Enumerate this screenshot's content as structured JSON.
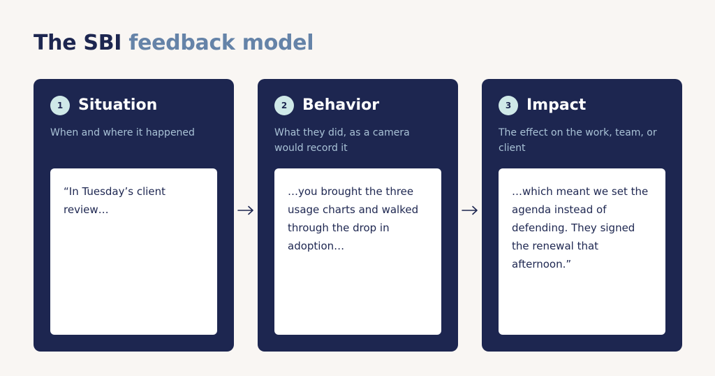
{
  "title": {
    "part1": "The SBI",
    "part2": "feedback model"
  },
  "steps": [
    {
      "number": "1",
      "name": "Situation",
      "subtitle": "When and where it happened",
      "quote": "“In Tuesday’s client review…"
    },
    {
      "number": "2",
      "name": "Behavior",
      "subtitle": "What they did, as a camera would record it",
      "quote": "…you brought the three usage charts and walked through the drop in adoption…"
    },
    {
      "number": "3",
      "name": "Impact",
      "subtitle": "The effect on the work, team, or client",
      "quote": "…which meant we set the agenda instead of defending. They signed the renewal that afternoon.”"
    }
  ],
  "colors": {
    "background": "#f9f6f3",
    "card": "#1d2650",
    "title_accent": "#6583a8",
    "badge": "#cfe9e8",
    "subtitle": "#a9c2d6"
  }
}
